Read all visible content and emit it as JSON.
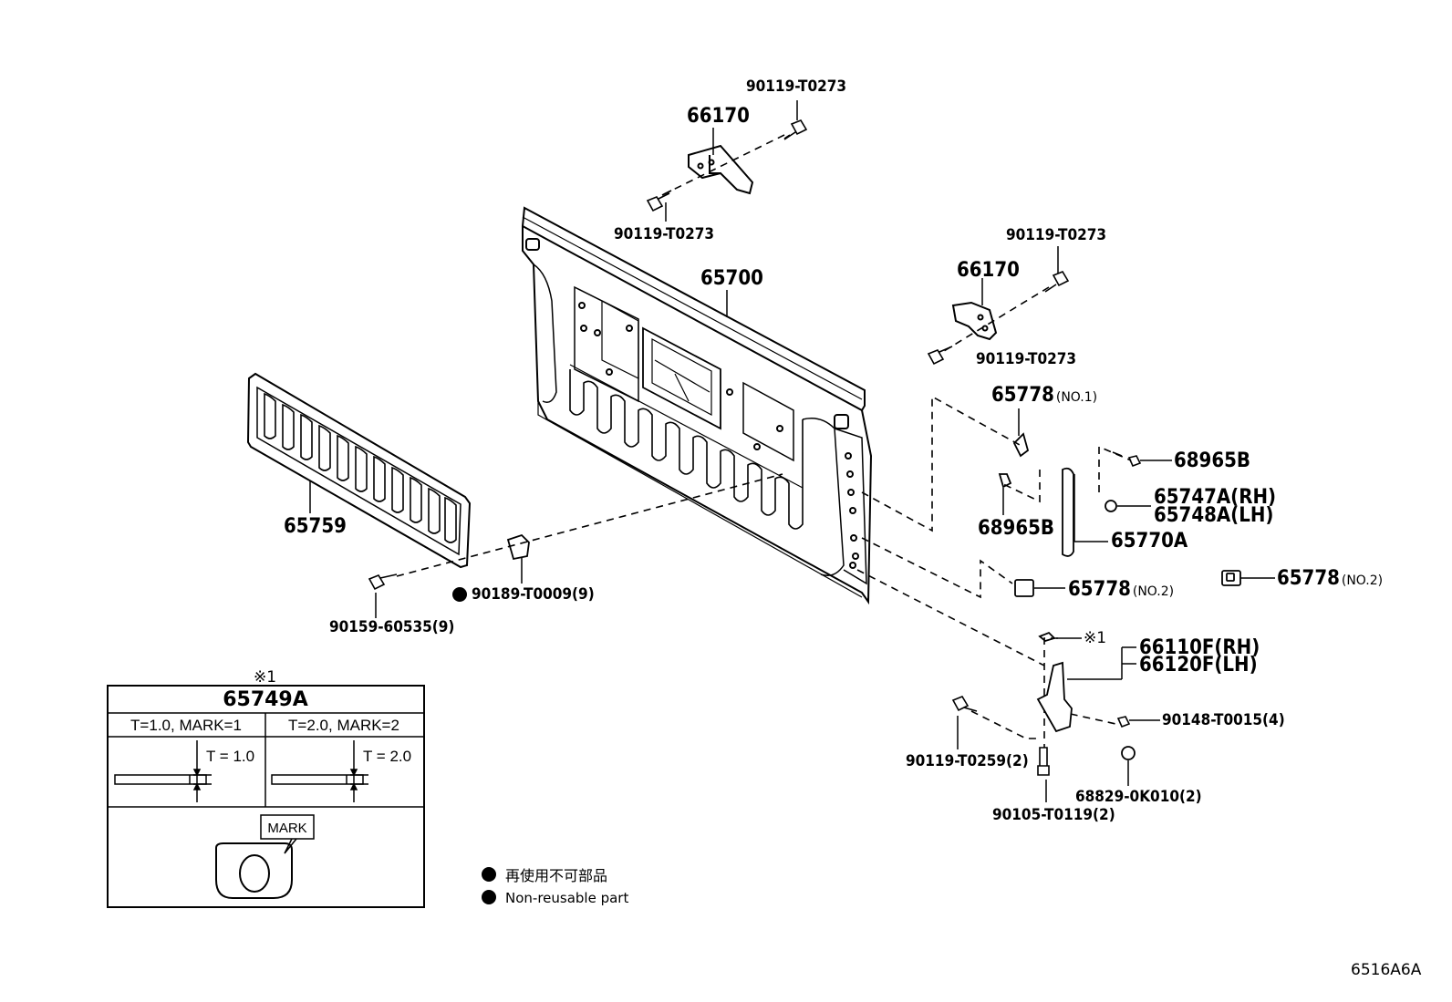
{
  "parts": {
    "bolt_top_right_1": "90119-T0273",
    "hinge_bracket_top": "66170",
    "bolt_top_left": "90119-T0273",
    "tailgate_panel": "65700",
    "bolt_mid_top": "90119-T0273",
    "hinge_bracket_mid": "66170",
    "bolt_mid_bottom": "90119-T0273",
    "bumper_no1": "65778",
    "bumper_no1_qual": "(NO.1)",
    "screw_upper": "68965B",
    "screw_lower": "68965B",
    "collar_rh": "65747A(RH)",
    "collar_lh": "65748A(LH)",
    "cable": "65770A",
    "bumper_no2": "65778",
    "bumper_no2_qual": "(NO.2)",
    "bumper_no2_right": "65778",
    "bumper_no2_right_qual": "(NO.2)",
    "inner_trim": "65759",
    "clip": "90189-T0009(9)",
    "trim_screw": "90159-60535(9)",
    "shim_ref": "※1",
    "hinge_rh": "66110F(RH)",
    "hinge_lh": "66120F(LH)",
    "bolt_hinge_small": "90148-T0015(4)",
    "bolt_hinge": "90119-T0259(2)",
    "bushing": "68829-0K010(2)",
    "pin_bolt": "90105-T0119(2)",
    "diagram_code": "6516A6A"
  },
  "shim_table": {
    "ref": "※1",
    "part": "65749A",
    "col1_header": "T=1.0, MARK=1",
    "col2_header": "T=2.0, MARK=2",
    "col1_dim": "T = 1.0",
    "col2_dim": "T = 2.0",
    "mark_label": "MARK"
  },
  "legend": {
    "japanese": "再使用不可部品",
    "english": "Non-reusable part"
  }
}
